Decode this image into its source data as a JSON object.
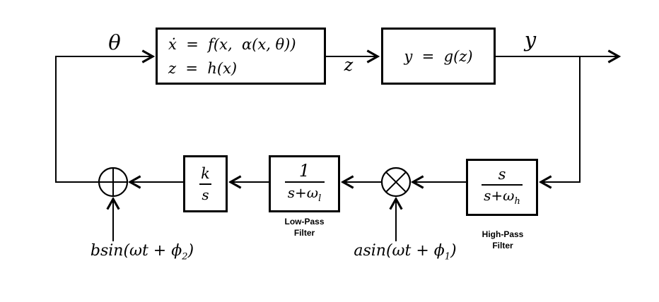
{
  "diagram": {
    "background_color": "#ffffff",
    "line_color": "#000000",
    "signals": {
      "theta": "θ",
      "z": "z",
      "y": "y",
      "perturbation": {
        "pre": "bsin(ωt + ϕ",
        "sub": "2",
        "post": ")"
      },
      "modulation": {
        "pre": "asin(ωt + ϕ",
        "sub": "1",
        "post": ")"
      }
    },
    "blocks": {
      "plant": {
        "line1": "ẋ  =  f(x,  α(x, θ))",
        "line2": "z  =  h(x)"
      },
      "output_map": {
        "equation": "y  =  g(z)"
      },
      "highpass": {
        "numerator": "s",
        "den_base": "s+ω",
        "den_sub": "h",
        "caption_line1": "High-Pass",
        "caption_line2": "Filter"
      },
      "lowpass": {
        "numerator": "1",
        "den_base": "s+ω",
        "den_sub": "l",
        "caption_line1": "Low-Pass",
        "caption_line2": "Filter"
      },
      "integrator": {
        "numerator": "k",
        "denominator": "s"
      }
    },
    "junctions": {
      "sum_icon": "plus-in-circle",
      "multiplier_icon": "times-in-circle"
    }
  }
}
